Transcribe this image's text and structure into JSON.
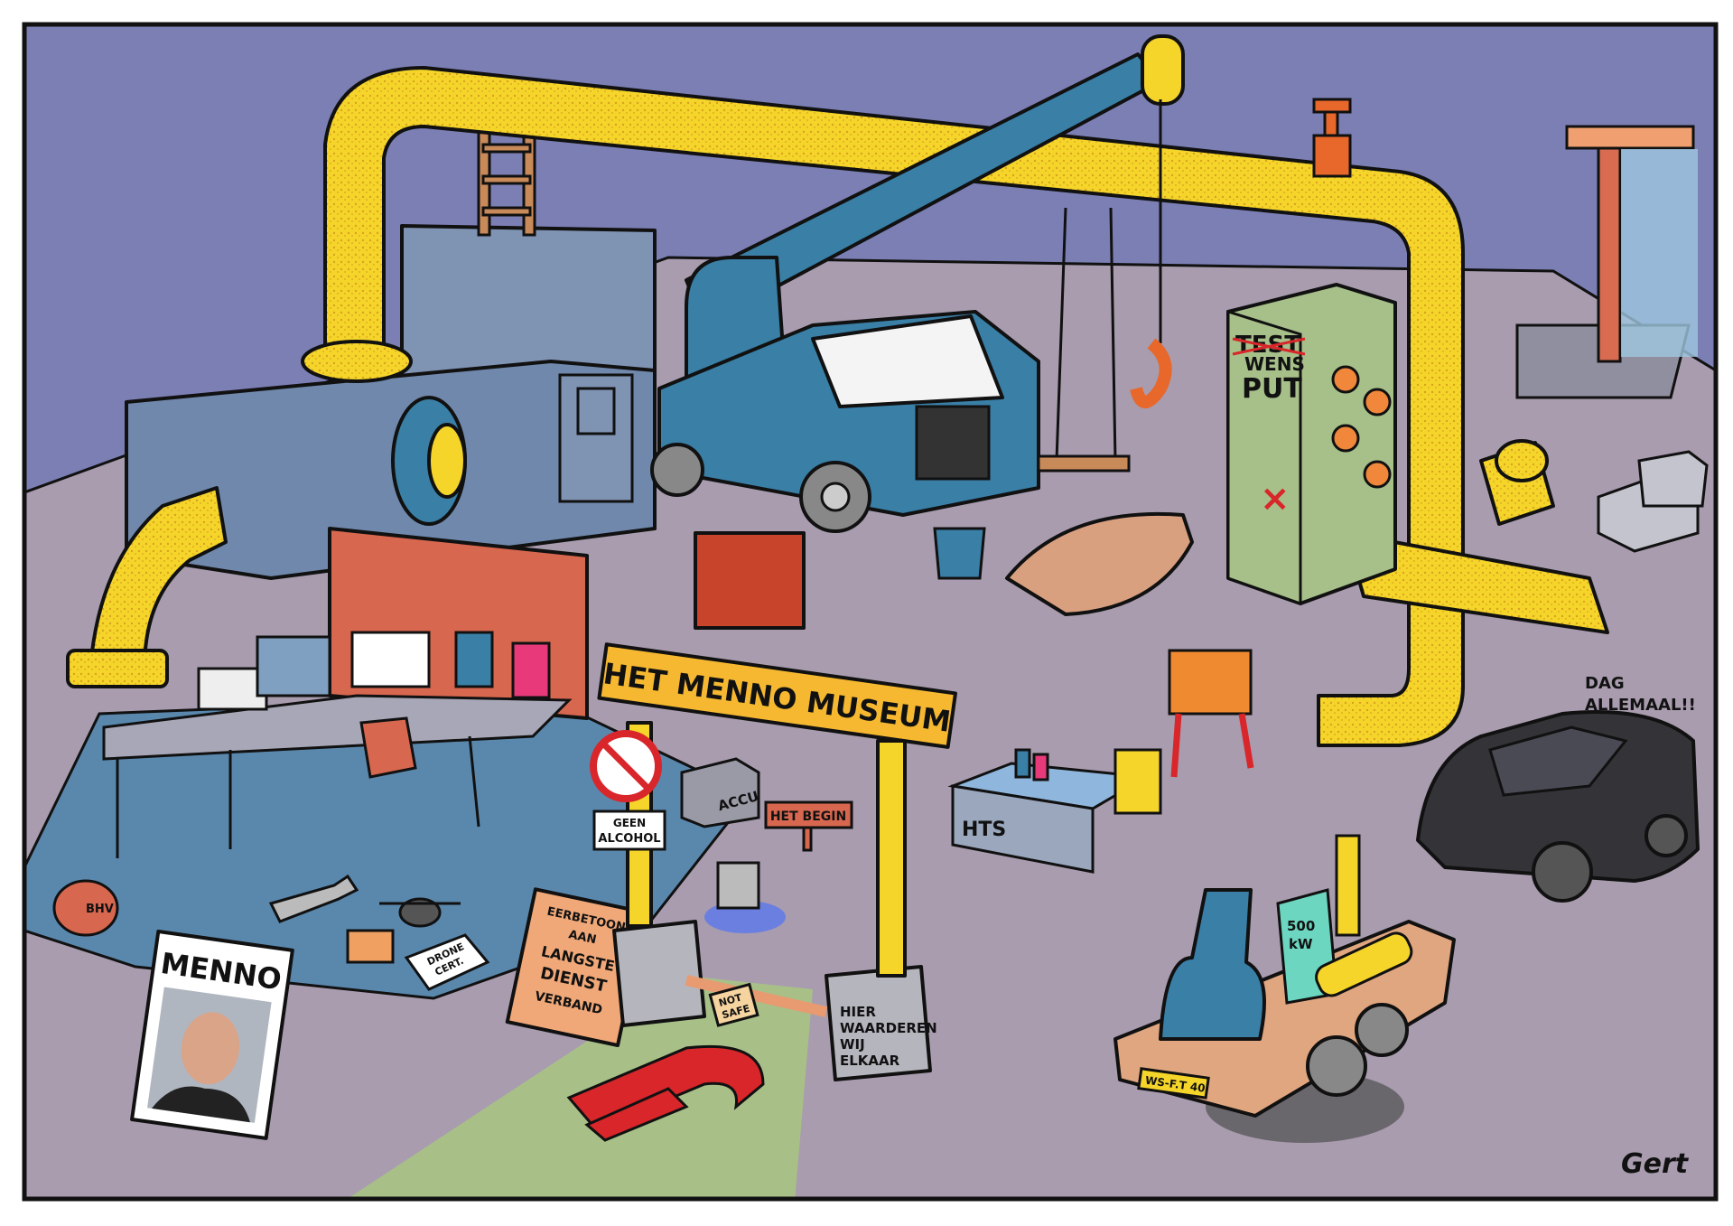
{
  "illustration": {
    "main_sign": "HET MENNO MUSEUM",
    "name_card": "MENNO",
    "no_alcohol_sign": [
      "GEEN",
      "ALCOHOL"
    ],
    "battery_label": "ACCU",
    "start_sign": "HET BEGIN",
    "desk_label": "HTS",
    "barrier_tag": [
      "NOT",
      "SAFE"
    ],
    "concrete_block_text": [
      "HIER",
      "WAARDEREN",
      "WIJ",
      "ELKAAR"
    ],
    "tribute_sign": [
      "EERBETOON",
      "AAN",
      "LANGSTE",
      "DIENST",
      "VERBAND"
    ],
    "cabinet_text": {
      "struck": "TEST",
      "line1": "WENS",
      "line2": "PUT"
    },
    "farewell_speech": [
      "DAG",
      "ALLEMAAL!!"
    ],
    "generator_label": [
      "500",
      "kW"
    ],
    "trailer_plate": "WS-F.T 40",
    "helmet_label": "BHV",
    "drone_papers": [
      "DRONE",
      "CERT."
    ],
    "signature": "Gert"
  },
  "colors": {
    "wall": "#7b7fb4",
    "floor": "#a89cae",
    "pipe": "#f5d52a",
    "carpet": "#5a88ad",
    "machine": "#7f93b3",
    "truck": "#3a7fa6",
    "cabinet": "#a7c08a",
    "path": "#a8c088",
    "red": "#d8262a"
  }
}
